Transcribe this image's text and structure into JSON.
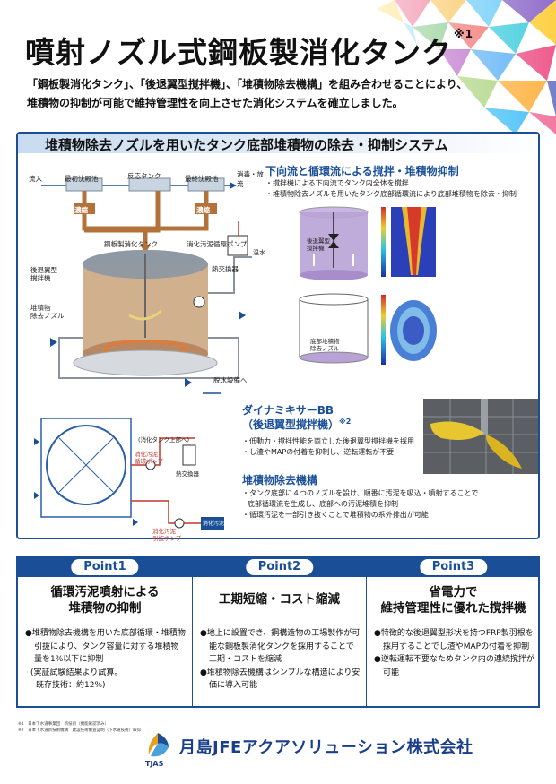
{
  "header": {
    "title": "噴射ノズル式鋼板製消化タンク",
    "title_note": "※1",
    "intro_line1": "「鋼板製消化タンク」、「後退翼型撹拌機」、「堆積物除去機構」を組み合わせることにより、",
    "intro_line2": "堆積物の抑制が可能で維持管理性を向上させた消化システムを確立しました。"
  },
  "section1": {
    "title": "堆積物除去ノズルを用いたタンク底部堆積物の除去・抑制システム",
    "flow_labels": {
      "inflow": "流入",
      "first_clarifier": "最初沈殿池",
      "reaction_tank": "反応タンク",
      "final_clarifier": "最終沈殿池",
      "discharge": "消毒・放流",
      "thicken_left": "濃縮",
      "thicken_right": "濃縮",
      "tank": "鋼板製消化タンク",
      "circ_pump": "消化汚泥循環ポンプ",
      "hot_water": "温水",
      "heat_exchanger": "熱交換器",
      "agitator": "後退翼型\n撹拌機",
      "nozzle": "堆積物\n除去ノズル",
      "dewater": "脱水設備へ"
    },
    "downflow": {
      "title": "下向流と循環流による撹拌・堆積物抑制",
      "bullet1": "・撹拌機による下向流でタンク内全体を撹拌",
      "bullet2": "・堆積物除去ノズルを用いたタンク底部循環流により底部堆積物を除去・抑制",
      "sim_label1": "後退翼型\n撹拌機",
      "sim_label2": "底部堆積物\n除去ノズル"
    },
    "mixer": {
      "title1": "ダイナミキサーBB",
      "title2": "（後退翼型撹拌機）",
      "note": "※2",
      "bullet1": "・低動力・撹拌性能を両立した後退翼型撹拌機を採用",
      "bullet2": "・し渣やMAPの付着を抑制し、逆転運転が不要"
    },
    "removal": {
      "title": "堆積物除去機構",
      "bullet1": "・タンク底部に４つのノズルを設け、順番に汚泥を吸込・噴射することで",
      "bullet2": "底部循環流を生成し、底部への汚泥堆積を抑制",
      "bullet3": "・循環汚泥を一部引き抜くことで堆積物の系外排出が可能"
    },
    "plan_labels": {
      "to_top": "(消化タンク上部へ)",
      "circ_pump": "消化汚泥\n循環ポンプ",
      "heat_exchanger": "熱交換器",
      "sludge": "消化汚泥",
      "draw_pump": "消化汚泥\n引抜ポンプ"
    }
  },
  "points": [
    {
      "tab": "Point1",
      "heading1": "循環汚泥噴射による",
      "heading2": "堆積物の抑制",
      "b1": "●堆積物除去機構を用いた底部循環・堆積物引抜により、タンク容量に対する堆積物量を1%以下に抑制",
      "b2": "(実証試験結果より試算。",
      "b3": "既存技術：約12%)"
    },
    {
      "tab": "Point2",
      "heading1": "工期短縮・コスト縮減",
      "heading2": "",
      "b1": "●地上に設置でき、鋼構造物の工場製作が可能な鋼板製消化タンクを採用することで工期・コストを縮減",
      "b2": "●堆積物除去機構はシンプルな構造により安価に導入可能",
      "b3": ""
    },
    {
      "tab": "Point3",
      "heading1": "省電力で",
      "heading2": "維持管理性に優れた撹拌機",
      "b1": "●特徴的な後退翼型形状を持つFRP製羽根を採用することでし渣やMAPの付着を抑制",
      "b2": "●逆転運転不要なためタンク内の連続撹拌が可能",
      "b3": ""
    }
  ],
  "footer": {
    "note1": "※1　日本下水道事業団　新技術（機能確認済み）",
    "note2": "※2　日本下水道新技術機構　建設技術審査証明（下水道技術）取得",
    "company": "月島JFEアクアソリューション株式会社",
    "logo_text": "TJAS"
  },
  "colors": {
    "brand_blue": "#1a4f98",
    "flow_brown": "#b5713a",
    "sim_purple": "#b9a3d6"
  }
}
